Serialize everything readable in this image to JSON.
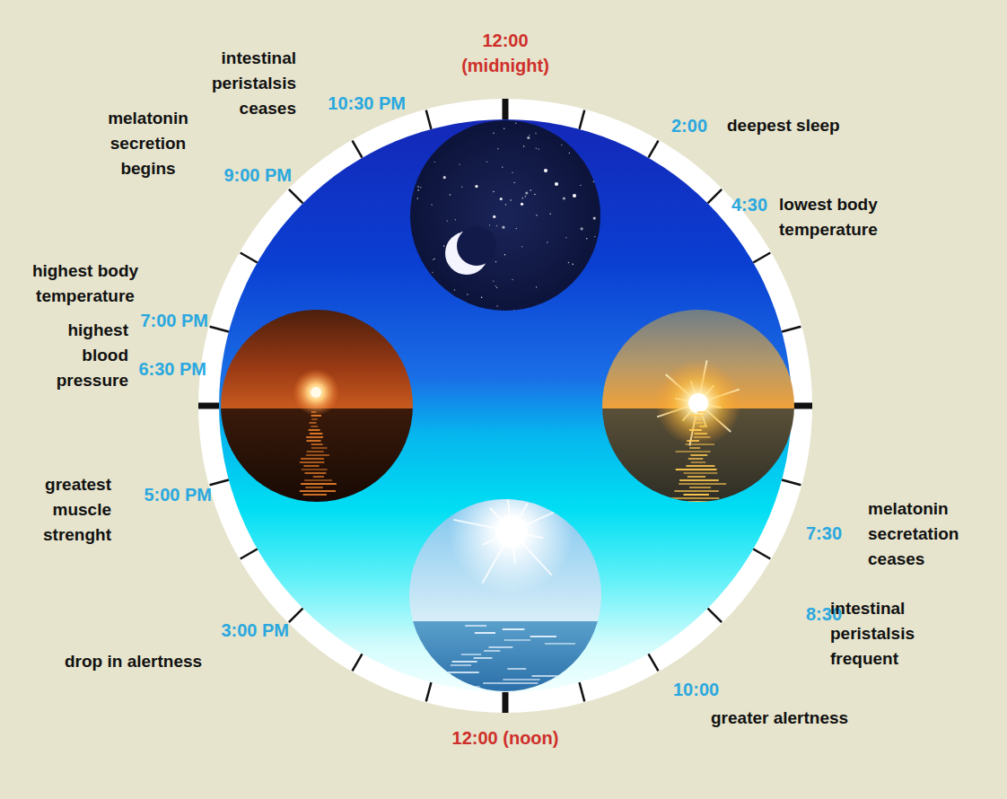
{
  "diagram": {
    "labels": [
      "12:00 (midnight)",
      "12:00 (noon)",
      "2:00",
      "deepest sleep",
      "4:30",
      "lowest body temperature",
      "7:30",
      "melatonin secretation ceases",
      "8:30",
      "intestinal peristalsis frequent",
      "10:00",
      "greater alertness",
      "3:00 PM",
      "drop in alertness",
      "5:00 PM",
      "greatest muscle strenght",
      "6:30 PM",
      "highest blood pressure",
      "7:00 PM",
      "highest body temperature",
      "9:00 PM",
      "melatonin secretion begins",
      "10:30 PM",
      "intestinal peristalsis ceases"
    ]
  }
}
